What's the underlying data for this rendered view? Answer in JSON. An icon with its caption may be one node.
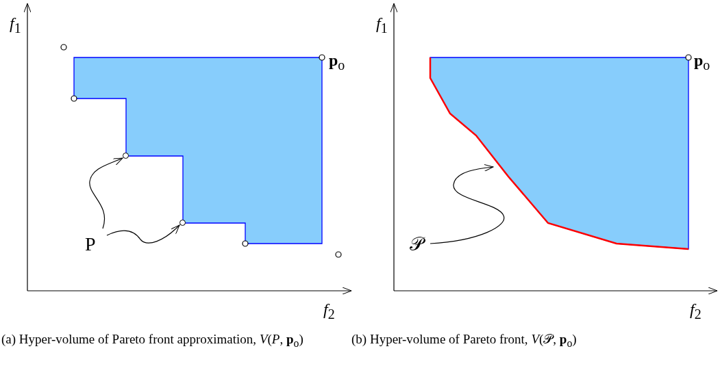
{
  "diagram": {
    "nodes": [
      {
        "text": [
          "P"
        ]
      },
      {
        "text": [],
        "shape": "circle"
      },
      {
        "text": [],
        "shape": "circle"
      },
      {
        "text": [
          "𝒫"
        ]
      },
      {
        "text": [],
        "shape": "line"
      }
    ],
    "edges": [
      {
        "from": 0,
        "to": 1,
        "arrow": "to"
      },
      {
        "from": 0,
        "to": 2,
        "arrow": "to"
      },
      {
        "from": 3,
        "to": 4,
        "arrow": "to"
      }
    ],
    "labels": [
      "*f*$_{1}$",
      "**p**$_{o}$",
      "*f*$_{2}$",
      "*f*$_{1}$",
      "**p**$_{o}$",
      "*f*$_{2}$",
      "(a) Hyper-volume of Pareto front approximation, *V*(*P*, **p**$_{o}$)",
      "(b) Hyper-volume of Pareto front, *V*(𝒫, **p**$_{o}$)"
    ]
  }
}
